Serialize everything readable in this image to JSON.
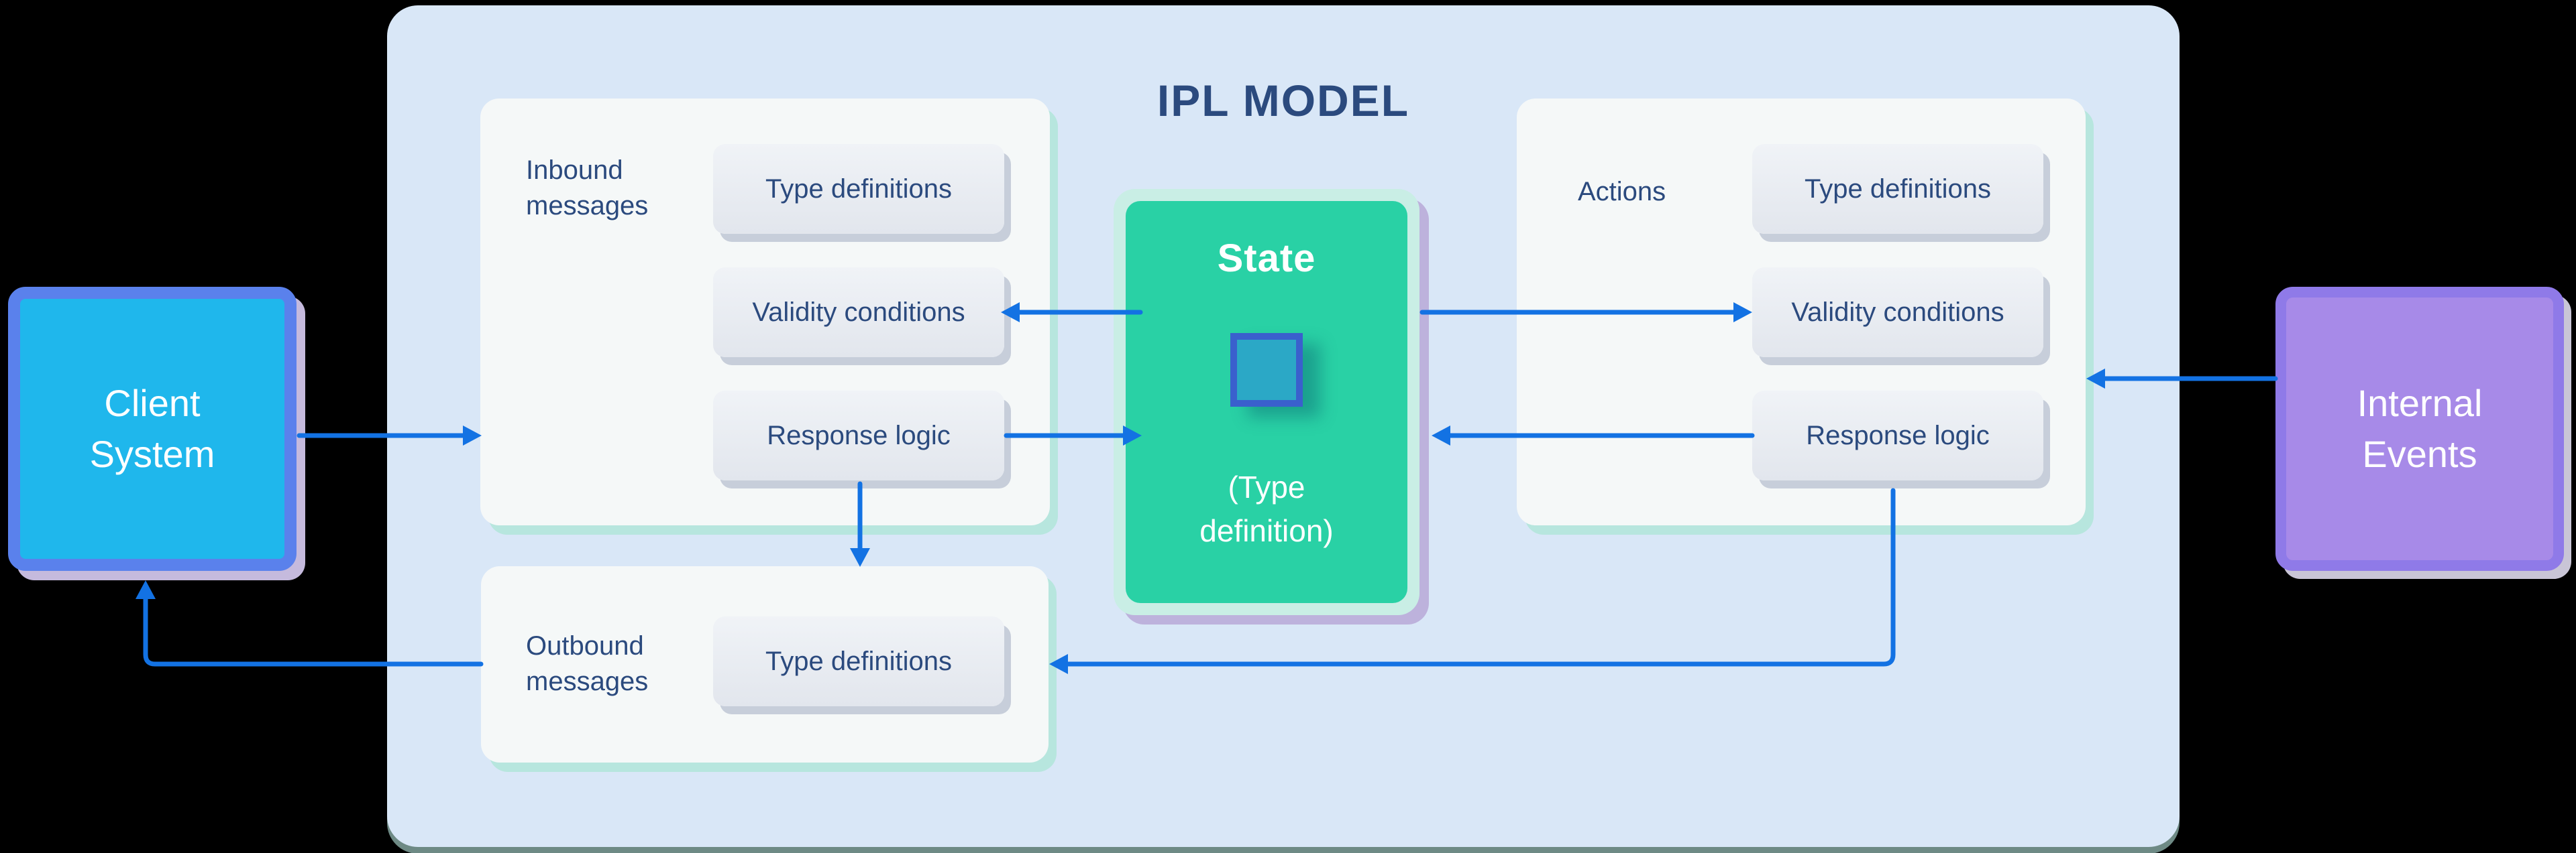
{
  "title": "IPL MODEL",
  "colors": {
    "background": "#000000",
    "canvas": "#d9e7f7",
    "panel": "#f5f8f8",
    "panel_shadow": "#b7e6de",
    "chip_top": "#f0f3f7",
    "chip_bottom": "#e2e6ed",
    "chip_shadow": "#c7ceda",
    "text_navy": "#2b4a7e",
    "arrow": "#1372e3",
    "client_fill": "#1fb7ec",
    "client_border": "#5a81ec",
    "client_shadow": "#c5badd",
    "state_fill": "#29d1a5",
    "state_ring": "#c9eee5",
    "state_shadow": "#bdb2dc",
    "state_icon_border": "#3a60cd",
    "state_icon_fill": "#2ba8c6",
    "internal_fill": "#a78ae8",
    "internal_border": "#8f7ae8",
    "internal_shadow": "#c9c5d6",
    "white": "#ffffff"
  },
  "client": {
    "line1": "Client",
    "line2": "System"
  },
  "internal": {
    "line1": "Internal",
    "line2": "Events"
  },
  "state": {
    "title": "State",
    "subtitle_line1": "(Type",
    "subtitle_line2": "definition)",
    "icon": "state-square-icon"
  },
  "inbound": {
    "label_line1": "Inbound",
    "label_line2": "messages",
    "chips": [
      "Type definitions",
      "Validity conditions",
      "Response logic"
    ]
  },
  "actions": {
    "label": "Actions",
    "chips": [
      "Type definitions",
      "Validity conditions",
      "Response logic"
    ]
  },
  "outbound": {
    "label_line1": "Outbound",
    "label_line2": "messages",
    "chips": [
      "Type definitions"
    ]
  }
}
